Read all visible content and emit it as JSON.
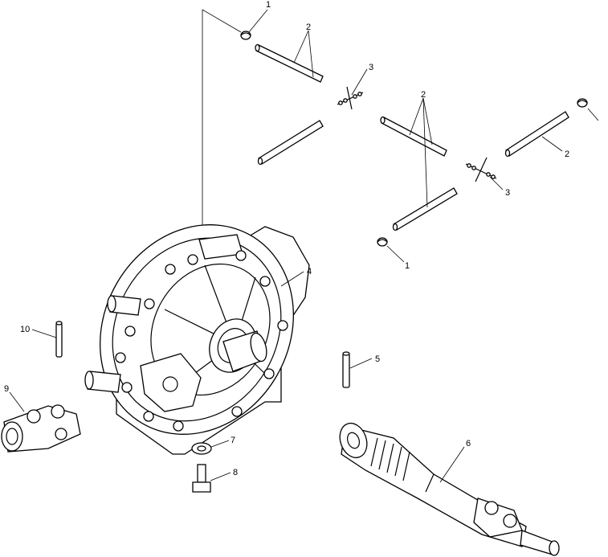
{
  "callouts": {
    "c1a": "1",
    "c2a": "2",
    "c3a": "3",
    "c2b": "2",
    "c2c": "2",
    "c3b": "3",
    "c1b": "1",
    "c4": "4",
    "c10": "10",
    "c5": "5",
    "c9": "9",
    "c6": "6",
    "c7": "7",
    "c8": "8"
  }
}
